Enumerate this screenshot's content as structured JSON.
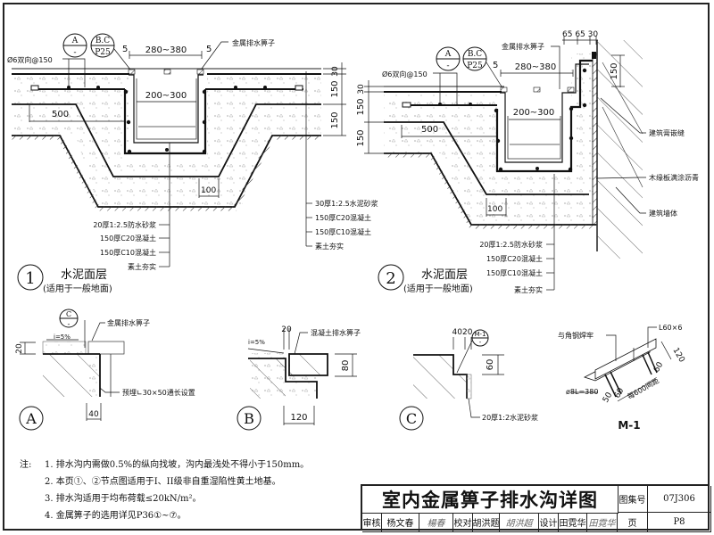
{
  "sheet": {
    "title": "室内金属箅子排水沟详图",
    "atlas_label": "图集号",
    "atlas_no": "07J306",
    "page_label": "页",
    "page_no": "P8",
    "review_label": "审核",
    "reviewer": "杨文春",
    "reviewer_sign": "楊春",
    "check_label": "校对",
    "checker": "胡洪题",
    "checker_sign": "胡洪超",
    "design_label": "设计",
    "designer": "田霓华",
    "designer_sign": "田霓华"
  },
  "detail1": {
    "number": "1",
    "title": "水泥面层",
    "subtitle": "(适用于一般地面)",
    "ref_a_top": "A",
    "ref_a_bottom": "-",
    "ref_bc_top": "B.C",
    "ref_bc_bottom": "P25",
    "rebar": "Ø6双向@150",
    "grate": "金属排水箅子",
    "dim_top": "280~380",
    "dim_inner": "200~300",
    "dim_gap_l": "5",
    "dim_gap_r": "5",
    "dim_500": "500",
    "dim_100": "100",
    "dim_30": "30",
    "dim_150a": "150",
    "dim_150b": "150",
    "layers_left": [
      "20厚1:2.5防水砂浆",
      "150厚C20混凝土",
      "150厚C10混凝土",
      "素土夯实"
    ],
    "layers_right": [
      "30厚1:2.5水泥砂浆",
      "150厚C20混凝土",
      "150厚C10混凝土",
      "素土夯实"
    ]
  },
  "detail2": {
    "number": "2",
    "title": "水泥面层",
    "subtitle": "(适用于一般地面)",
    "ref_a_top": "A",
    "ref_a_bottom": "-",
    "ref_bc_top": "B.C",
    "ref_bc_bottom": "P25",
    "rebar": "Ø6双向@150",
    "grate": "金属排水箅子",
    "dim_top": "280~380",
    "dim_inner": "200~300",
    "dim_gap": "5",
    "dim_656530": "65 65 30",
    "dim_500": "500",
    "dim_100": "100",
    "dim_30": "30",
    "dim_150a": "150",
    "dim_150b": "150",
    "dim_150_wall": "150",
    "wall_labels": [
      "建筑膏嵌缝",
      "木缘板满涂沥青",
      "建筑墙体"
    ],
    "layers": [
      "20厚1:2.5防水砂浆",
      "150厚C20混凝土",
      "150厚C10混凝土",
      "素土夯实"
    ]
  },
  "detailA": {
    "label": "A",
    "ref_top": "C",
    "ref_bottom": "-",
    "slope": "i=5%",
    "grate": "金属排水箅子",
    "embed": "预埋∟30×50通长设置",
    "dim_20": "20",
    "dim_40": "40"
  },
  "detailB": {
    "label": "B",
    "slope": "i=5%",
    "grate": "混凝土排水箅子",
    "dim_20": "20",
    "dim_80": "80",
    "dim_120": "120"
  },
  "detailC": {
    "label": "C",
    "ref_top": "M-1",
    "ref_bottom": "-",
    "dim_4020": "4020",
    "dim_60": "60",
    "mortar": "20厚1:2水泥砂浆"
  },
  "detailM1": {
    "label": "M-1",
    "weld": "与角钢焊牢",
    "angle": "L60×6",
    "bar": "ø8L=380",
    "dim_120": "120",
    "dim_60a": "60",
    "dim_60b": "60",
    "dim_50": "50",
    "spacing": "每600间距"
  },
  "notes": {
    "label": "注:",
    "items": [
      "1. 排水沟内需做0.5%的纵向找坡，沟内最浅处不得小于150mm。",
      "2. 本页①、②节点图适用于I、II级非自重湿陷性黄土地基。",
      "3. 排水沟适用于均布荷载≤20kN/m²。",
      "4. 金属箅子的选用详见P36①~⑦。"
    ]
  }
}
